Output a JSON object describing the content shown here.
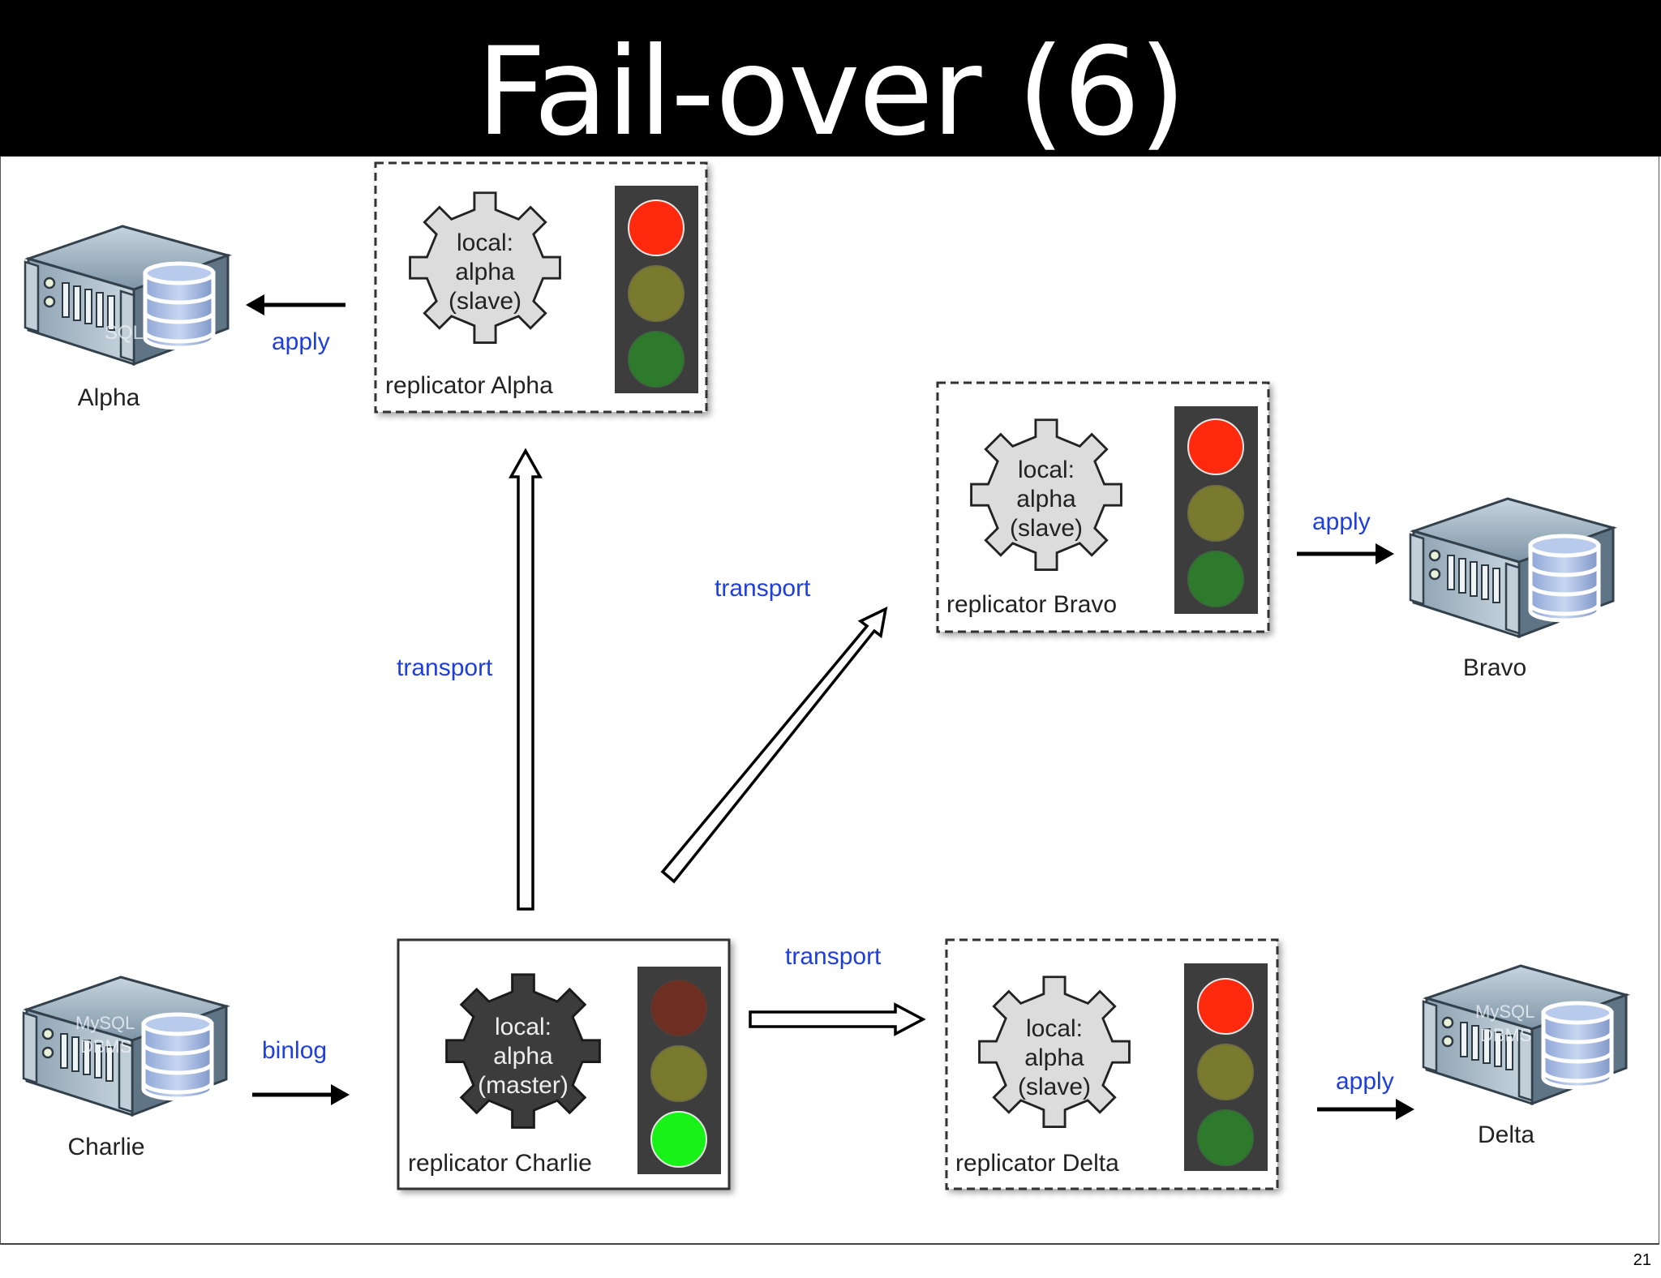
{
  "slide": {
    "title": "Fail-over (6)",
    "page_number": "21"
  },
  "colors": {
    "link_label": "#1e3ee0",
    "light_red_on": "#ff2a0e",
    "light_yellow_dim": "#7a7a2e",
    "light_green_dim": "#2d7a2d",
    "light_red_dim": "#6e2e22",
    "light_green_on": "#19f219",
    "gear_slave_fill": "#dcdcdc",
    "gear_master_fill": "#3c3c3c",
    "traffic_light_housing": "#3d3d3d"
  },
  "servers": {
    "alpha": {
      "name": "Alpha",
      "screen_text": [
        "SQL"
      ]
    },
    "bravo": {
      "name": "Bravo"
    },
    "charlie": {
      "name": "Charlie",
      "screen_text": [
        "MySQL",
        "DBMS"
      ]
    },
    "delta": {
      "name": "Delta",
      "screen_text": [
        "MySQL",
        "DBMS"
      ]
    }
  },
  "replicators": {
    "alpha": {
      "label": "replicator Alpha",
      "gear": [
        "local:",
        "alpha",
        "(slave)"
      ],
      "role": "slave",
      "active_light": "red"
    },
    "bravo": {
      "label": "replicator Bravo",
      "gear": [
        "local:",
        "alpha",
        "(slave)"
      ],
      "role": "slave",
      "active_light": "red"
    },
    "charlie": {
      "label": "replicator Charlie",
      "gear": [
        "local:",
        "alpha",
        "(master)"
      ],
      "role": "master",
      "active_light": "green"
    },
    "delta": {
      "label": "replicator Delta",
      "gear": [
        "local:",
        "alpha",
        "(slave)"
      ],
      "role": "slave",
      "active_light": "red"
    }
  },
  "links": {
    "apply_alpha": "apply",
    "apply_bravo": "apply",
    "apply_delta": "apply",
    "binlog_charlie": "binlog",
    "transport_to_alpha": "transport",
    "transport_to_bravo": "transport",
    "transport_to_delta": "transport"
  }
}
